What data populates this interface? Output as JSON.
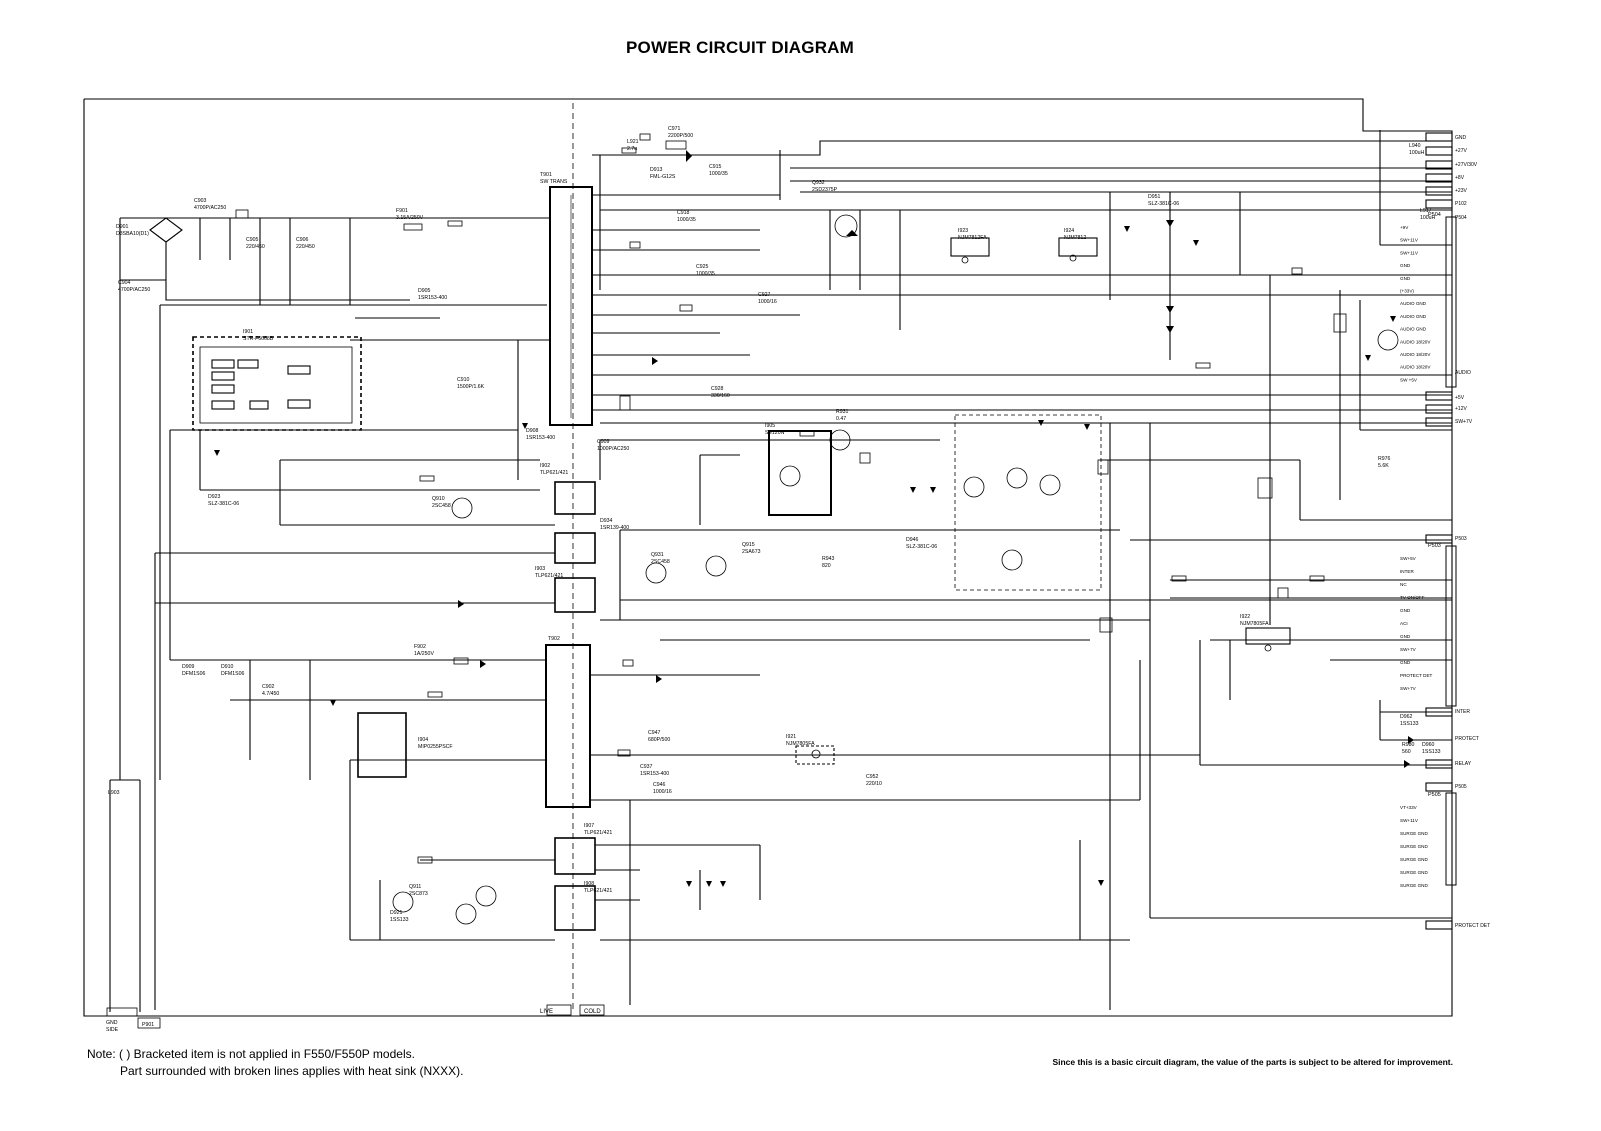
{
  "title": "POWER CIRCUIT DIAGRAM",
  "notes": [
    "Note: ( ) Bracketed item is not applied in F550/F550P models.",
    "Part surrounded with broken lines applies with heat sink (NXXX)."
  ],
  "disclaimer": "Since this is a basic circuit diagram, the value of the parts is subject to be altered for improvement.",
  "zone_labels": {
    "live": "LIVE",
    "cold": "COLD"
  },
  "connectors": {
    "P504": {
      "name": "P504",
      "pins": [
        "+9V",
        "SW+11V",
        "SW+11V",
        "GND",
        "GND",
        "(+33V)",
        "AUDIO GND",
        "AUDIO GND",
        "AUDIO GND",
        "AUDIO 18/20V",
        "AUDIO 18/20V",
        "AUDIO 18/20V",
        "SW +5V"
      ]
    },
    "P503": {
      "name": "P503",
      "pins": [
        "SW+5V",
        "INTER",
        "NC",
        "TV ON/OFF",
        "GND",
        "ACI",
        "GND",
        "SW+7V",
        "GND",
        "PROTECT DET",
        "SW+7V"
      ]
    },
    "P505": {
      "name": "P505",
      "pins": [
        "VT+33V",
        "SW+11V",
        "SURGE GND",
        "SURGE GND",
        "SURGE GND",
        "SURGE GND",
        "SURGE GND"
      ]
    }
  },
  "right_labels": [
    "GND",
    "+27V",
    "+27V/30V",
    "+8V",
    "+23V",
    "P102",
    "P504",
    "AUDIO",
    "+5V",
    "+12V",
    "SW+7V",
    "P503",
    "INTER",
    "PROTECT",
    "RELAY",
    "P505",
    "PROTECT DET"
  ],
  "left_bottom_labels": [
    "GND",
    "SIDE",
    "P901"
  ],
  "components": [
    {
      "ref": "T901",
      "val": "SW TRANS"
    },
    {
      "ref": "D901",
      "val": "D3SBA10(D1)"
    },
    {
      "ref": "C903",
      "val": "4700P/AC250"
    },
    {
      "ref": "C904",
      "val": "4700P/AC250"
    },
    {
      "ref": "F901",
      "val": "3.15A/250V"
    },
    {
      "ref": "I901",
      "val": "STR-F6668B"
    },
    {
      "ref": "C905",
      "val": "220/450"
    },
    {
      "ref": "C906",
      "val": "220/450"
    },
    {
      "ref": "D905",
      "val": "1SR153-400"
    },
    {
      "ref": "C910",
      "val": "1500P/1.6K"
    },
    {
      "ref": "D908",
      "val": "1SR153-400"
    },
    {
      "ref": "C909",
      "val": "1000P/AC250"
    },
    {
      "ref": "I902",
      "val": "TLP621/421"
    },
    {
      "ref": "I903",
      "val": "TLP621/421"
    },
    {
      "ref": "D923",
      "val": "SLZ-381C-06"
    },
    {
      "ref": "Q910",
      "val": "2SC458"
    },
    {
      "ref": "D934",
      "val": "1SR139-400"
    },
    {
      "ref": "Q931",
      "val": "2SC458"
    },
    {
      "ref": "D913",
      "val": "FML-G12S"
    },
    {
      "ref": "C915",
      "val": "1000/35"
    },
    {
      "ref": "L921",
      "val": "2.7u"
    },
    {
      "ref": "C971",
      "val": "2200P/500"
    },
    {
      "ref": "Q932",
      "val": "2SD2375P"
    },
    {
      "ref": "I923",
      "val": "NJM7812FA"
    },
    {
      "ref": "I924",
      "val": "NJM7812"
    },
    {
      "ref": "D951",
      "val": "SLZ-381C-06"
    },
    {
      "ref": "C918",
      "val": "1000/35"
    },
    {
      "ref": "C925",
      "val": "1000/35"
    },
    {
      "ref": "C927",
      "val": "1000/16"
    },
    {
      "ref": "C928",
      "val": "330/160"
    },
    {
      "ref": "I905",
      "val": "SE120N"
    },
    {
      "ref": "R931",
      "val": "0.47"
    },
    {
      "ref": "Q915",
      "val": "2SA673"
    },
    {
      "ref": "R943",
      "val": "820"
    },
    {
      "ref": "D946",
      "val": "SLZ-381C-06"
    },
    {
      "ref": "I922",
      "val": "NJM7805FA"
    },
    {
      "ref": "I921",
      "val": "NJM7805FA"
    },
    {
      "ref": "T902",
      "val": ""
    },
    {
      "ref": "I904",
      "val": "MIP0255PSCF"
    },
    {
      "ref": "F902",
      "val": "1A/250V"
    },
    {
      "ref": "D909",
      "val": "DFM1S06"
    },
    {
      "ref": "D910",
      "val": "DFM1S06"
    },
    {
      "ref": "C902",
      "val": "4.7/450"
    },
    {
      "ref": "I907",
      "val": "TLP621/421"
    },
    {
      "ref": "I908",
      "val": "TLP621/421"
    },
    {
      "ref": "Q911",
      "val": "2SC873"
    },
    {
      "ref": "D921",
      "val": "1SS133"
    },
    {
      "ref": "C947",
      "val": "680P/500"
    },
    {
      "ref": "C937",
      "val": "1SR153-400"
    },
    {
      "ref": "C946",
      "val": "1000/16"
    },
    {
      "ref": "C952",
      "val": "220/10"
    },
    {
      "ref": "L903",
      "val": ""
    },
    {
      "ref": "L940",
      "val": "100uH"
    },
    {
      "ref": "L917",
      "val": "100uH"
    },
    {
      "ref": "R976",
      "val": "5.6K"
    },
    {
      "ref": "R980",
      "val": "560"
    },
    {
      "ref": "D962",
      "val": "1SS133"
    },
    {
      "ref": "D960",
      "val": "1SS133"
    }
  ]
}
